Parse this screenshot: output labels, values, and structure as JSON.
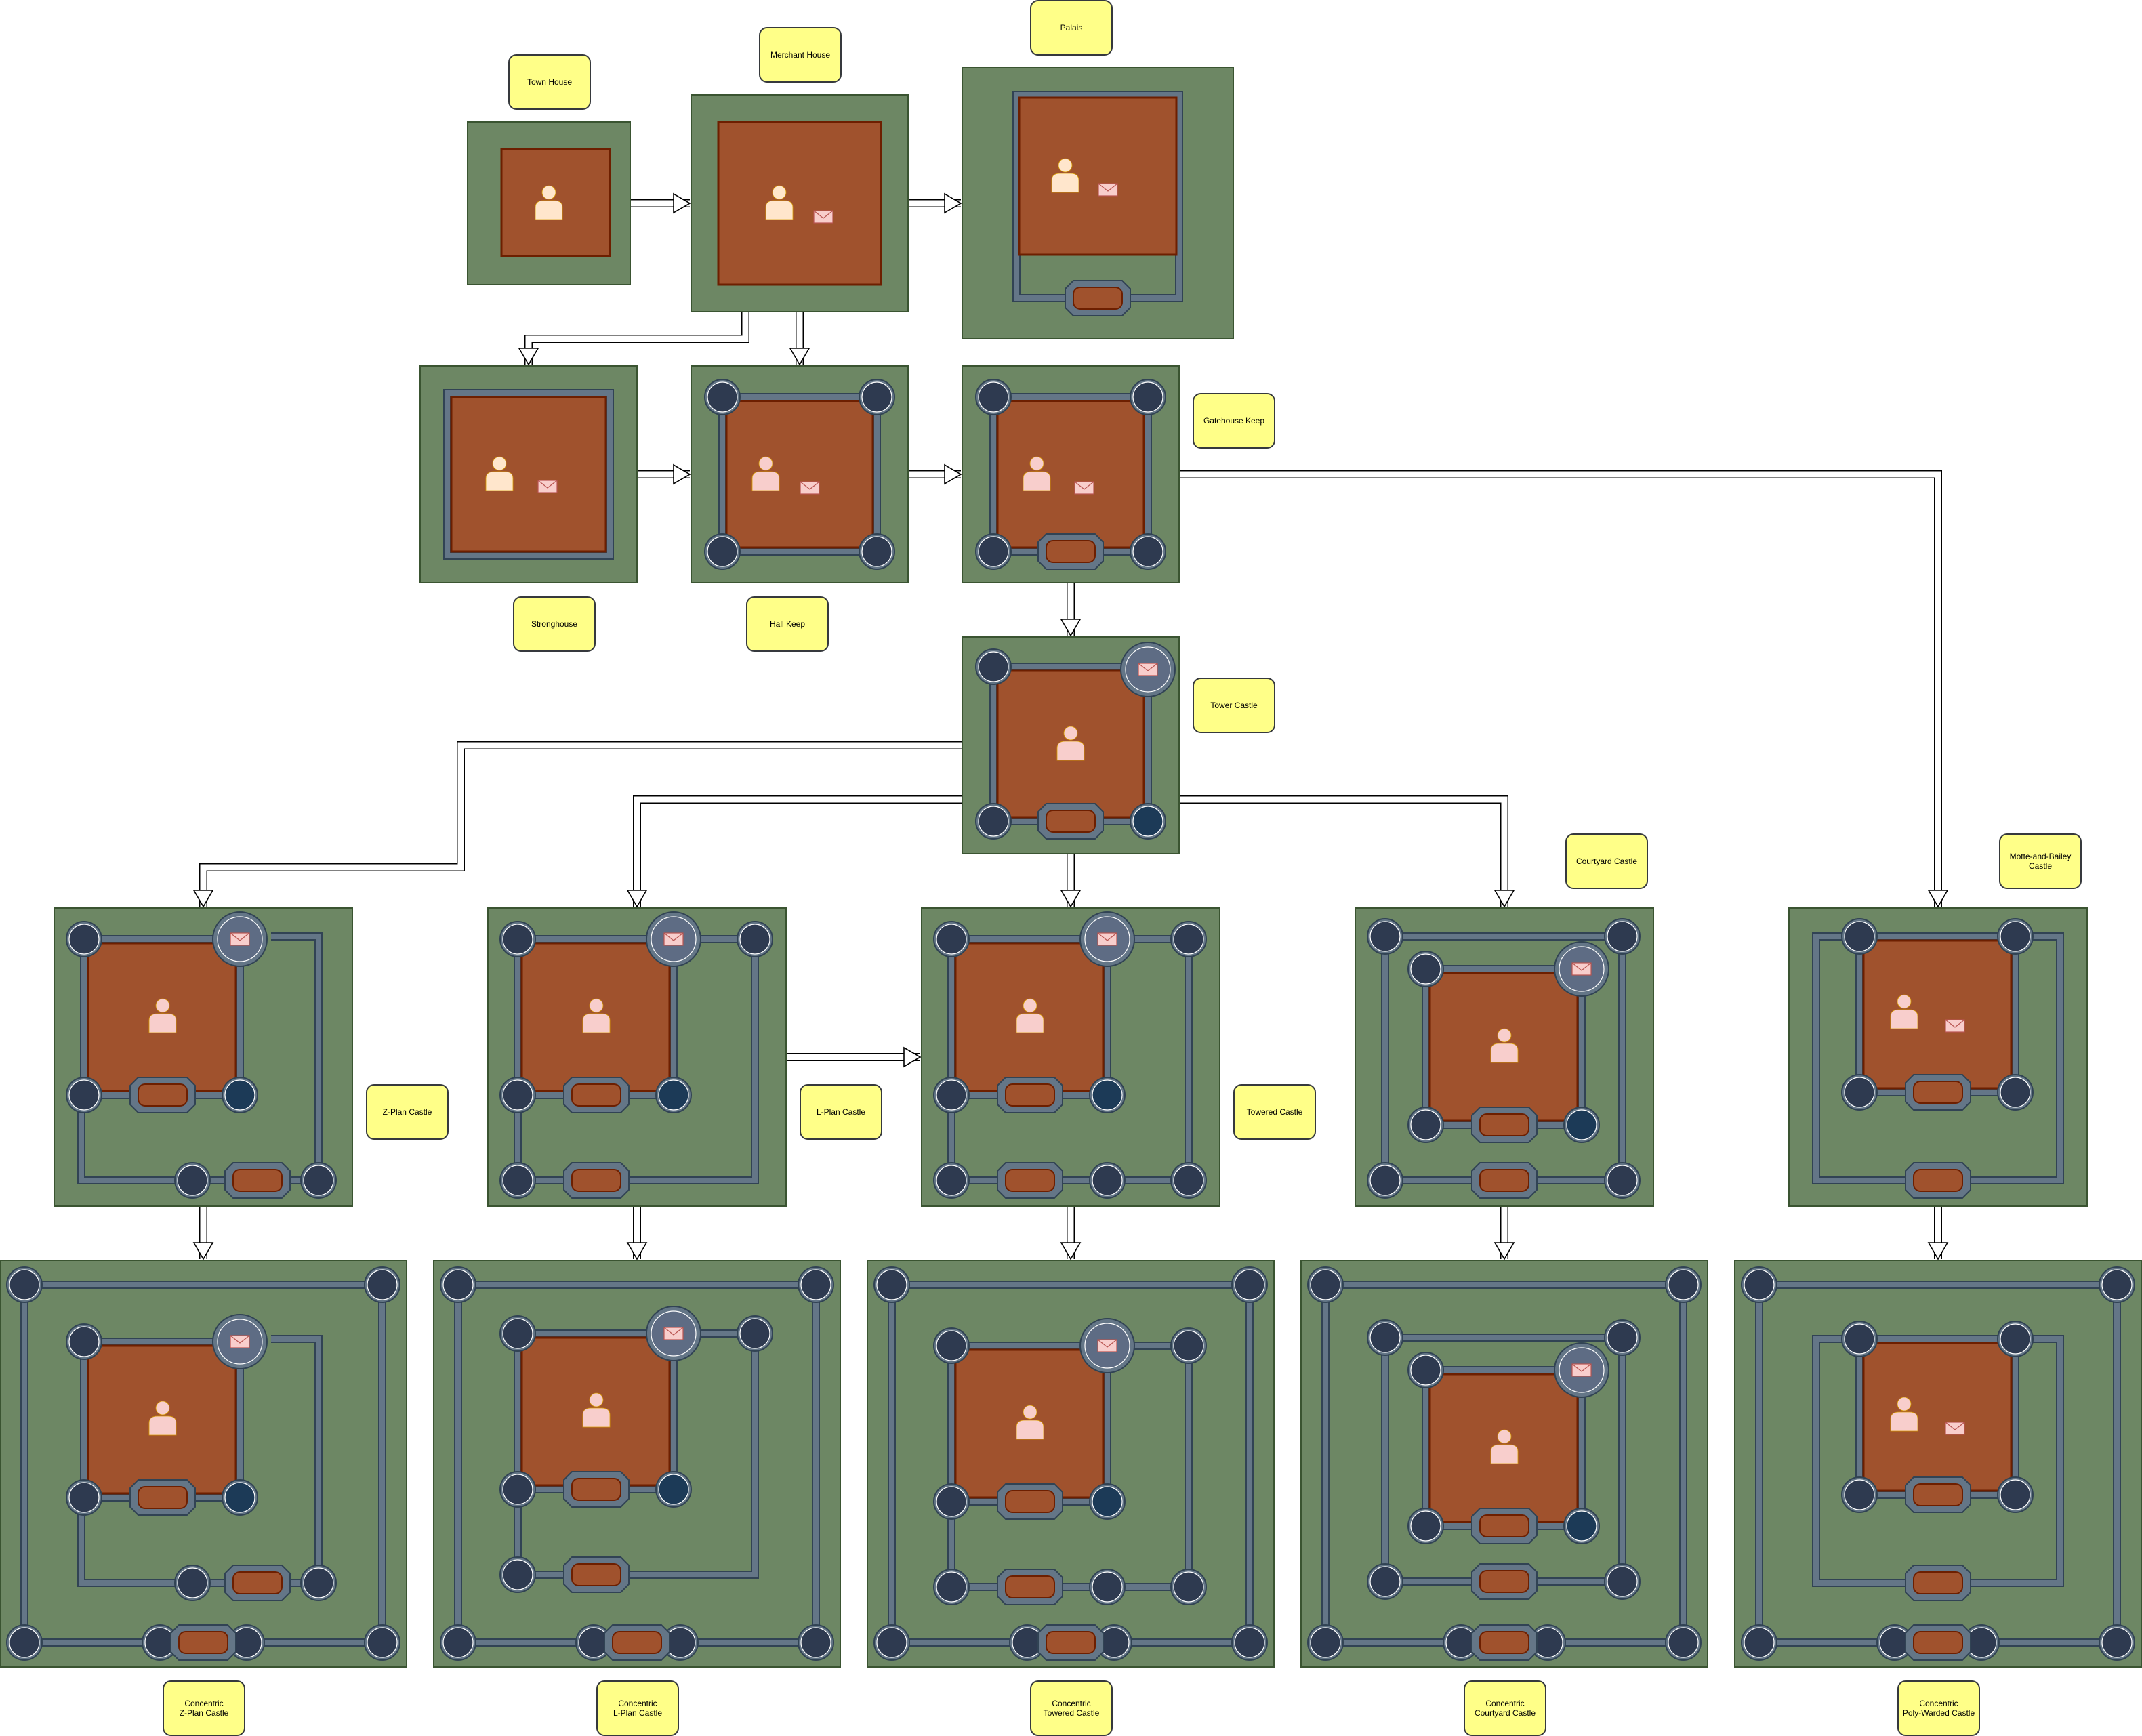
{
  "labels": [
    {
      "id": "town-house",
      "text": "Town  House"
    },
    {
      "id": "merchant-house",
      "text": "Merchant House"
    },
    {
      "id": "palais",
      "text": "Palais"
    },
    {
      "id": "gatehouse-keep",
      "text": "Gatehouse Keep"
    },
    {
      "id": "stronghouse",
      "text": "Stronghouse"
    },
    {
      "id": "hall-keep",
      "text": "Hall Keep"
    },
    {
      "id": "tower-castle",
      "text": "Tower Castle"
    },
    {
      "id": "courtyard-castle",
      "text": "Courtyard Castle"
    },
    {
      "id": "motte-and-bailey-castle",
      "text": "Motte-and-Bailey\nCastle"
    },
    {
      "id": "z-plan-castle",
      "text": "Z-Plan Castle"
    },
    {
      "id": "l-plan-castle",
      "text": "L-Plan Castle"
    },
    {
      "id": "towered-castle",
      "text": "Towered Castle"
    },
    {
      "id": "concentric-z-plan-castle",
      "text": "Concentric\nZ-Plan Castle"
    },
    {
      "id": "concentric-l-plan-castle",
      "text": "Concentric\nL-Plan Castle"
    },
    {
      "id": "concentric-towered-castle",
      "text": "Concentric\nTowered Castle"
    },
    {
      "id": "concentric-courtyard-castle",
      "text": "Concentric\nCourtyard Castle"
    },
    {
      "id": "concentric-poly-warded-castle",
      "text": "Concentric\nPoly-Warded Castle"
    }
  ],
  "colors": {
    "ground": "#6d8764",
    "wall": "#647687",
    "wall_edge": "#314354",
    "floor": "#a0522d",
    "tower": "#2e3a50",
    "tower_alt": "#1c3a57",
    "envelope": "#f8cecc",
    "person_light": "#ffe6cc",
    "person_pink": "#f8cecc",
    "label_fill": "#ffff88",
    "arrow": "#ffffff"
  }
}
